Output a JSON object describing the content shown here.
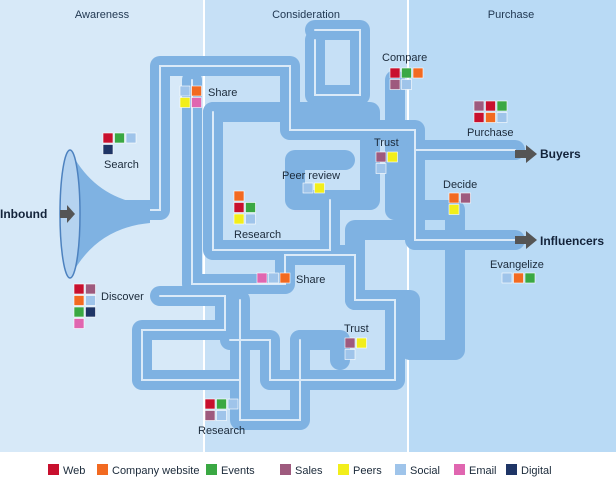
{
  "phases": [
    "Awareness",
    "Consideration",
    "Purchase"
  ],
  "endpoints": {
    "inbound": "Inbound",
    "buyers": "Buyers",
    "influencers": "Influencers"
  },
  "colors": {
    "web": "#c8102e",
    "company": "#f26a21",
    "events": "#3aa843",
    "sales": "#9e5a7e",
    "peers": "#f2ee1b",
    "social": "#9fc4ea",
    "email": "#e066b0",
    "digital": "#1f3566",
    "bg1": "#d7e9f8",
    "bg2": "#c6e0f6",
    "bg3": "#b9daf5",
    "pipe": "#7fb2e2",
    "pipeLine": "#e6f1fb"
  },
  "nodes": [
    {
      "label": "Search",
      "chips": [
        [
          "web",
          "events",
          "social"
        ],
        [
          "digital"
        ]
      ]
    },
    {
      "label": "Share",
      "chips": [
        [
          "social",
          "company"
        ],
        [
          "peers",
          "email"
        ]
      ]
    },
    {
      "label": "Compare",
      "chips": [
        [
          "web",
          "events",
          "company"
        ],
        [
          "sales",
          "social"
        ]
      ]
    },
    {
      "label": "Purchase",
      "chips": [
        [
          "sales",
          "web",
          "events"
        ],
        [
          "web",
          "company",
          "social"
        ]
      ]
    },
    {
      "label": "Trust",
      "chips": [
        [
          "sales",
          "peers"
        ],
        [
          "social"
        ]
      ]
    },
    {
      "label": "Peer review",
      "chips": [
        [
          "social",
          "peers"
        ]
      ]
    },
    {
      "label": "Decide",
      "chips": [
        [
          "company",
          "sales"
        ],
        [
          "peers"
        ]
      ]
    },
    {
      "label": "Research",
      "chips": [
        [
          "company"
        ],
        [
          "web",
          "events"
        ],
        [
          "peers",
          "social"
        ]
      ]
    },
    {
      "label": "Share",
      "chips": [
        [
          "email",
          "social",
          "company"
        ]
      ]
    },
    {
      "label": "Discover",
      "chips": [
        [
          "web",
          "sales"
        ],
        [
          "company",
          "social"
        ],
        [
          "events",
          "digital"
        ],
        [
          "email"
        ]
      ]
    },
    {
      "label": "Evangelize",
      "chips": [
        [
          "social",
          "company",
          "events"
        ]
      ]
    },
    {
      "label": "Trust",
      "chips": [
        [
          "sales",
          "peers"
        ],
        [
          "social"
        ]
      ]
    },
    {
      "label": "Research",
      "chips": [
        [
          "web",
          "events",
          "social"
        ],
        [
          "sales",
          "social"
        ]
      ]
    }
  ],
  "legend": [
    {
      "key": "web",
      "label": "Web"
    },
    {
      "key": "company",
      "label": "Company website"
    },
    {
      "key": "events",
      "label": "Events"
    },
    {
      "key": "sales",
      "label": "Sales"
    },
    {
      "key": "peers",
      "label": "Peers"
    },
    {
      "key": "social",
      "label": "Social"
    },
    {
      "key": "email",
      "label": "Email"
    },
    {
      "key": "digital",
      "label": "Digital"
    }
  ]
}
